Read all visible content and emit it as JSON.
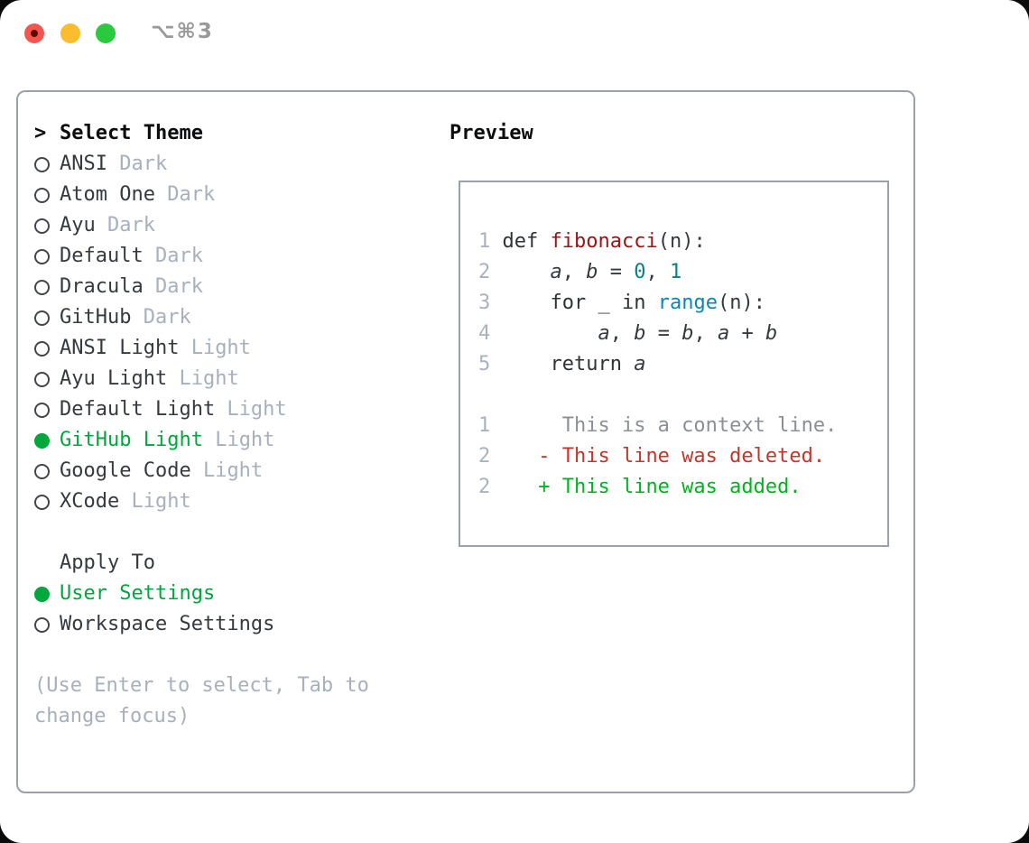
{
  "window": {
    "title": "⌥⌘3",
    "traffic_lights": [
      "close",
      "minimize",
      "zoom"
    ]
  },
  "colors": {
    "accent-green": "#00a73c",
    "added-green": "#00b41e",
    "deleted-red": "#c5352a",
    "function-red": "#9c1414",
    "number-teal": "#0b8080",
    "builtin-blue": "#0a86b5",
    "muted-gray": "#a6b0bf",
    "linenum-gray": "#a9b2c0",
    "context-gray": "#8a9096",
    "text-dark": "#343a40",
    "border-gray": "#99a2ac",
    "light-red": "#f4564f",
    "light-yellow": "#fbbc2e",
    "light-green": "#2bc93f"
  },
  "theme_panel": {
    "header_prefix": ">",
    "header": "Select Theme",
    "themes": [
      {
        "name": "ANSI",
        "variant": "Dark",
        "selected": false
      },
      {
        "name": "Atom One",
        "variant": "Dark",
        "selected": false
      },
      {
        "name": "Ayu",
        "variant": "Dark",
        "selected": false
      },
      {
        "name": "Default",
        "variant": "Dark",
        "selected": false
      },
      {
        "name": "Dracula",
        "variant": "Dark",
        "selected": false
      },
      {
        "name": "GitHub",
        "variant": "Dark",
        "selected": false
      },
      {
        "name": "ANSI Light",
        "variant": "Light",
        "selected": false
      },
      {
        "name": "Ayu Light",
        "variant": "Light",
        "selected": false
      },
      {
        "name": "Default Light",
        "variant": "Light",
        "selected": false
      },
      {
        "name": "GitHub Light",
        "variant": "Light",
        "selected": true
      },
      {
        "name": "Google Code",
        "variant": "Light",
        "selected": false
      },
      {
        "name": "XCode",
        "variant": "Light",
        "selected": false
      }
    ],
    "apply_to": {
      "header": "Apply To",
      "options": [
        {
          "name": "User Settings",
          "selected": true
        },
        {
          "name": "Workspace Settings",
          "selected": false
        }
      ]
    },
    "hint_line1": "(Use Enter to select, Tab to",
    "hint_line2": "change focus)"
  },
  "preview": {
    "title": "Preview",
    "lines": [
      {
        "name": "code-line-1",
        "segments": [
          {
            "type": "linenum",
            "text": "1 "
          },
          {
            "type": "keyword",
            "text": "def "
          },
          {
            "type": "title",
            "text": "fibonacci"
          },
          {
            "type": "plain",
            "text": "(n):"
          }
        ]
      },
      {
        "name": "code-line-2",
        "segments": [
          {
            "type": "linenum",
            "text": "2 "
          },
          {
            "type": "plain",
            "text": "    "
          },
          {
            "type": "variable",
            "text": "a"
          },
          {
            "type": "plain",
            "text": ", "
          },
          {
            "type": "variable",
            "text": "b"
          },
          {
            "type": "plain",
            "text": " = "
          },
          {
            "type": "number",
            "text": "0"
          },
          {
            "type": "plain",
            "text": ", "
          },
          {
            "type": "number",
            "text": "1"
          }
        ]
      },
      {
        "name": "code-line-3",
        "segments": [
          {
            "type": "linenum",
            "text": "3 "
          },
          {
            "type": "plain",
            "text": "    "
          },
          {
            "type": "keyword",
            "text": "for "
          },
          {
            "type": "plain",
            "text": "_ "
          },
          {
            "type": "keyword",
            "text": "in "
          },
          {
            "type": "builtin",
            "text": "range"
          },
          {
            "type": "plain",
            "text": "(n):"
          }
        ]
      },
      {
        "name": "code-line-4",
        "segments": [
          {
            "type": "linenum",
            "text": "4 "
          },
          {
            "type": "plain",
            "text": "        "
          },
          {
            "type": "variable",
            "text": "a"
          },
          {
            "type": "plain",
            "text": ", "
          },
          {
            "type": "variable",
            "text": "b"
          },
          {
            "type": "plain",
            "text": " = "
          },
          {
            "type": "variable",
            "text": "b"
          },
          {
            "type": "plain",
            "text": ", "
          },
          {
            "type": "variable",
            "text": "a"
          },
          {
            "type": "plain",
            "text": " + "
          },
          {
            "type": "variable",
            "text": "b"
          }
        ]
      },
      {
        "name": "code-line-5",
        "segments": [
          {
            "type": "linenum",
            "text": "5 "
          },
          {
            "type": "plain",
            "text": "    "
          },
          {
            "type": "keyword",
            "text": "return "
          },
          {
            "type": "variable",
            "text": "a"
          }
        ]
      },
      {
        "name": "blank-line",
        "segments": []
      },
      {
        "name": "diff-context-line",
        "segments": [
          {
            "type": "linenum",
            "text": "1"
          },
          {
            "type": "context",
            "text": "      This is a context line."
          }
        ]
      },
      {
        "name": "diff-deleted-line",
        "segments": [
          {
            "type": "linenum",
            "text": "2"
          },
          {
            "type": "plain",
            "text": "    "
          },
          {
            "type": "deleted",
            "text": "- This line was deleted."
          }
        ]
      },
      {
        "name": "diff-added-line",
        "segments": [
          {
            "type": "linenum",
            "text": "2"
          },
          {
            "type": "plain",
            "text": "    "
          },
          {
            "type": "added",
            "text": "+ This line was added."
          }
        ]
      }
    ]
  }
}
